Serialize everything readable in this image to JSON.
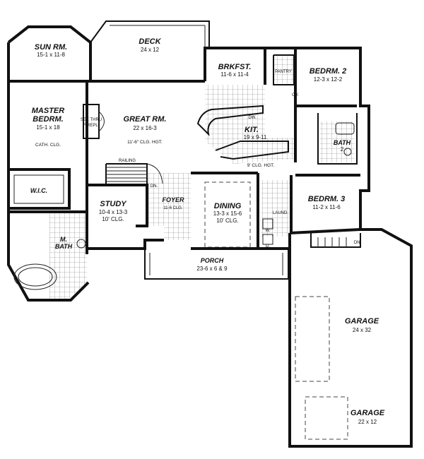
{
  "rooms": {
    "sun_room": {
      "name": "SUN RM.",
      "dims": "15-1 x 11-8"
    },
    "deck": {
      "name": "DECK",
      "dims": "24 x 12"
    },
    "brkfst": {
      "name": "BRKFST.",
      "dims": "11-6 x 11-4"
    },
    "pantry": {
      "name": "PANTRY"
    },
    "bedrm2": {
      "name": "BEDRM. 2",
      "dims": "12-3 x 12-2"
    },
    "master": {
      "name_line1": "MASTER",
      "name_line2": "BEDRM.",
      "dims": "15-1 x 18",
      "note": "CATH. CLG."
    },
    "fireplace": {
      "line1": "SEE THRU",
      "line2": "FIREPL."
    },
    "great_room": {
      "name": "GREAT RM.",
      "dims": "22 x 16-3",
      "note": "11'-6\" CLG. HGT."
    },
    "kitchen": {
      "name": "KIT.",
      "dims": "19 x 9-11",
      "note": "9' CLG. HGT.",
      "dw": "DW.",
      "ov": "OV."
    },
    "bath2": {
      "name": "BATH",
      "num": "2"
    },
    "railing": {
      "label": "RAILING"
    },
    "wic": {
      "name": "W.I.C."
    },
    "study": {
      "name": "STUDY",
      "dims": "10-4 x 13-3",
      "note": "10' CLG."
    },
    "foyer": {
      "name": "FOYER",
      "note": "11-6 CLG.",
      "dn": "DN."
    },
    "dining": {
      "name": "DINING",
      "dims": "13-3 x 15-6",
      "note": "10' CLG."
    },
    "laund": {
      "name": "LAUND.",
      "w": "W.",
      "d": "D."
    },
    "bedrm3": {
      "name": "BEDRM. 3",
      "dims": "11-2 x 11-6"
    },
    "m_bath": {
      "name_line1": "M.",
      "name_line2": "BATH"
    },
    "porch": {
      "name": "PORCH",
      "dims": "23-6 x 6 & 9"
    },
    "garage_dn": {
      "label": "DN."
    },
    "garage1": {
      "name": "GARAGE",
      "dims": "24 x 32"
    },
    "garage2": {
      "name": "GARAGE",
      "dims": "22 x 12"
    }
  }
}
